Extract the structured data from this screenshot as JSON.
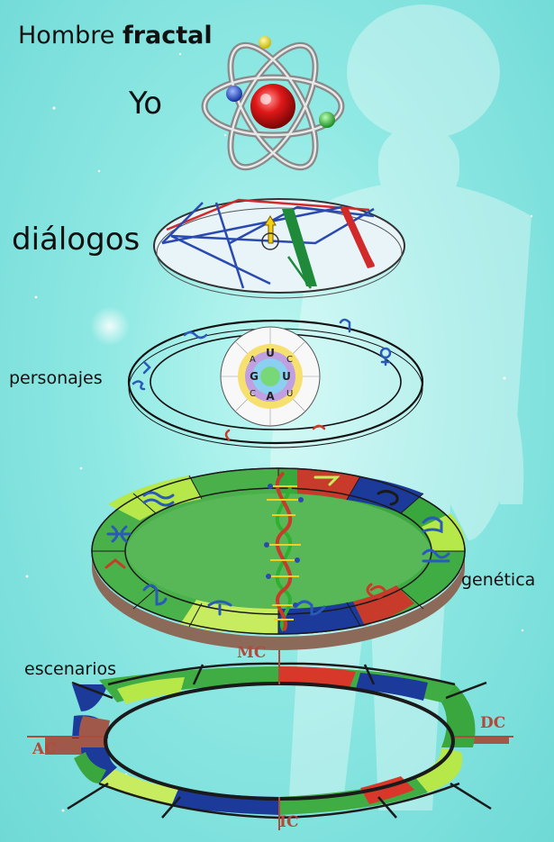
{
  "labels": {
    "title_regular": "Hombre",
    "title_bold": "fractal",
    "yo": "Yo",
    "dialogos": "diálogos",
    "personajes": "personajes",
    "genetica": "genética",
    "escenarios": "escenarios"
  },
  "chart_markers": {
    "mc": "MC",
    "dc": "DC",
    "ac": "AC",
    "ic": "IC"
  },
  "codon_letters": [
    "A",
    "U",
    "C",
    "G"
  ],
  "colors": {
    "background": "#8ee8e3",
    "text": "#111111",
    "marker": "#b24a3b",
    "atom_core": "#d01010",
    "electron_yellow": "#f0e020",
    "electron_blue": "#2050d0",
    "electron_green": "#30b030",
    "aspect_red": "#d02a2a",
    "aspect_blue": "#2a4ab0",
    "aspect_green": "#1e8a3a",
    "house_green": "#3fb24a",
    "house_light_green": "#b4e84a",
    "house_blue": "#1c3a9a",
    "house_red": "#c83a2a",
    "house_brown": "#a0584a"
  },
  "icons": [
    "atom-icon",
    "arrow-up-icon",
    "dna-helix-icon",
    "zodiac-glyph-icon",
    "planet-glyph-icon"
  ]
}
